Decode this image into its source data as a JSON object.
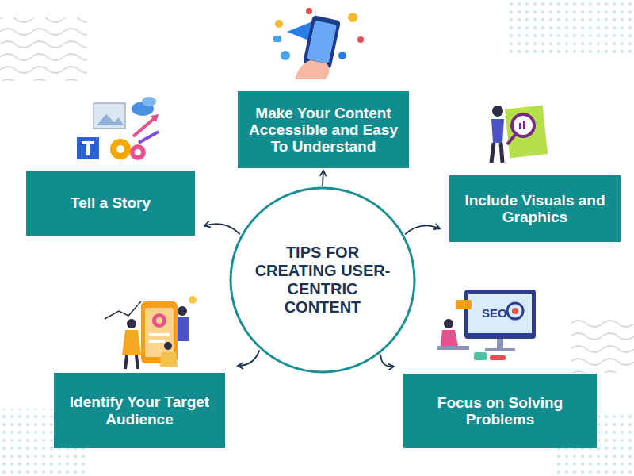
{
  "diagram": {
    "nodes": [
      {
        "text": [
          "TIPS FOR CREATING USER-CENTRIC CONTENT"
        ]
      },
      {
        "text": [
          "Make Your Content Accessible and Easy To Understand"
        ]
      },
      {
        "text": [
          "Tell a Story"
        ]
      },
      {
        "text": [
          "Include Visuals and Graphics"
        ]
      },
      {
        "text": [
          "Identify Your Target Audience"
        ]
      },
      {
        "text": [
          "Focus on Solving Problems"
        ]
      }
    ],
    "edges": [
      {
        "from": 0,
        "to": 1,
        "arrow": "to"
      },
      {
        "from": 0,
        "to": 2,
        "arrow": "to"
      },
      {
        "from": 0,
        "to": 3,
        "arrow": "to"
      },
      {
        "from": 0,
        "to": 4,
        "arrow": "to"
      },
      {
        "from": 0,
        "to": 5,
        "arrow": "to"
      }
    ],
    "labels": [
      "SEO"
    ]
  }
}
